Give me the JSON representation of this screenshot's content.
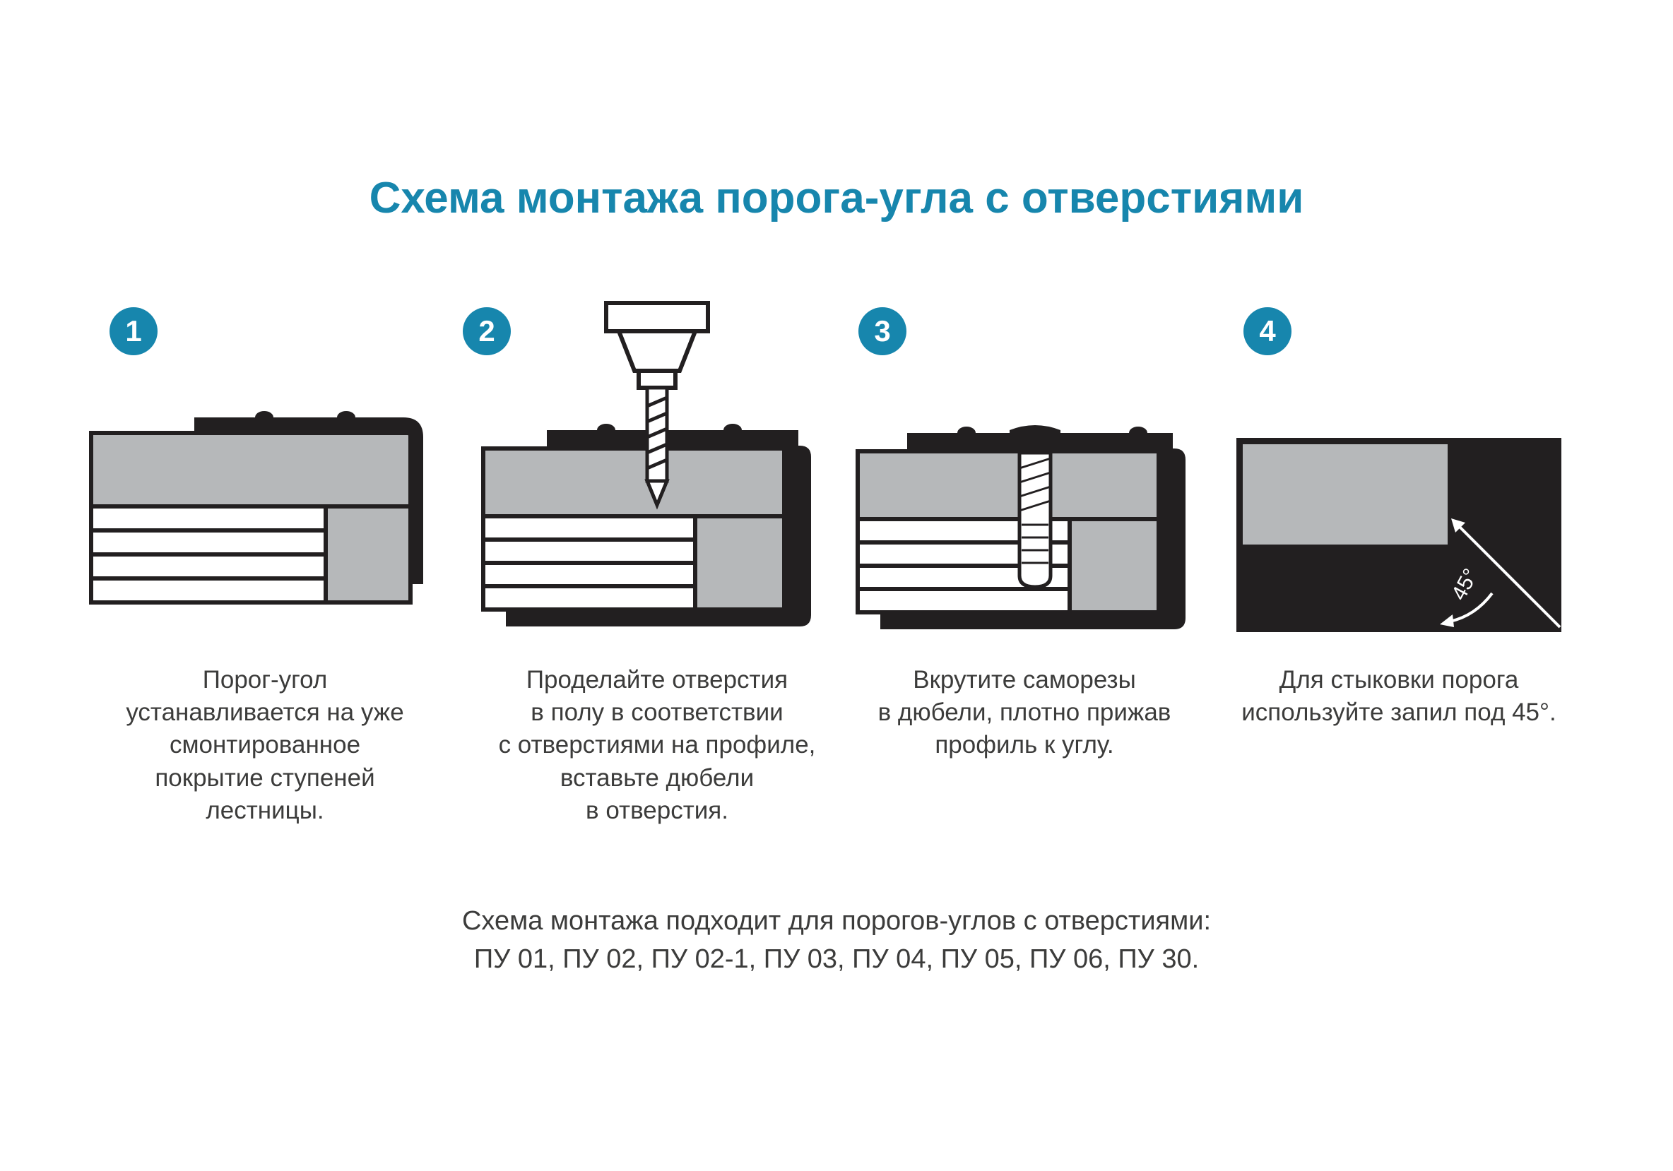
{
  "title": "Схема монтажа порога-угла с отверстиями",
  "steps": [
    {
      "number": "1",
      "caption": "Порог-угол\nустанавливается на уже\nсмонтированное\nпокрытие ступеней\nлестницы."
    },
    {
      "number": "2",
      "caption": "Проделайте отверстия\nв полу в соответствии\nс отверстиями на профиле,\nвставьте дюбели\nв отверстия."
    },
    {
      "number": "3",
      "caption": "Вкрутите саморезы\nв дюбели, плотно прижав\nпрофиль к углу."
    },
    {
      "number": "4",
      "caption": "Для стыковки порога\nиспользуйте запил под 45°.",
      "angle_label": "45°"
    }
  ],
  "footer": {
    "line1": "Схема монтажа подходит для порогов-углов с отверстиями:",
    "line2": "ПУ 01, ПУ 02, ПУ 02-1, ПУ 03, ПУ 04, ПУ 05, ПУ 06, ПУ 30."
  },
  "colors": {
    "accent": "#1786ad",
    "dark": "#221f20",
    "gray": "#b6b8ba",
    "text": "#3c3c3b",
    "white": "#ffffff"
  }
}
